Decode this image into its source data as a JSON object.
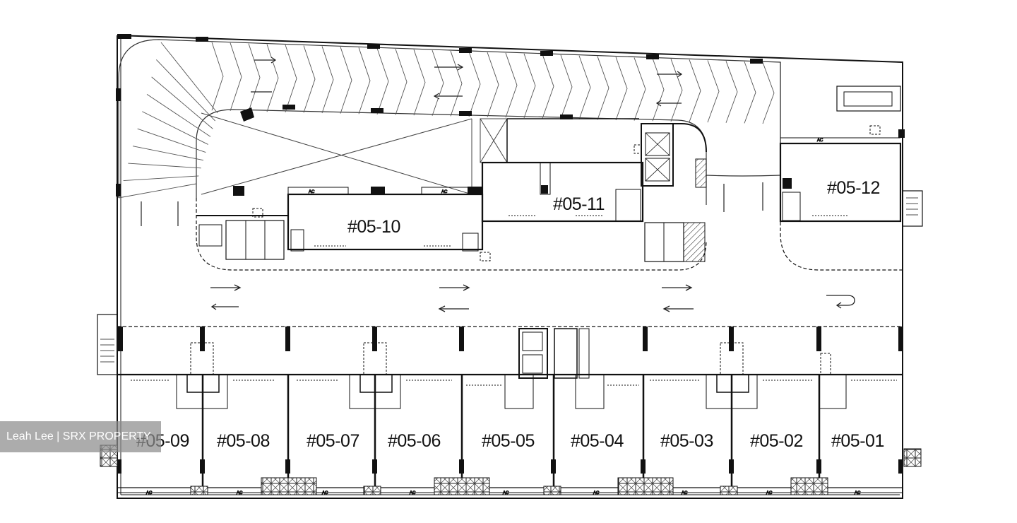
{
  "units": {
    "u1": "#05-01",
    "u2": "#05-02",
    "u3": "#05-03",
    "u4": "#05-04",
    "u5": "#05-05",
    "u6": "#05-06",
    "u7": "#05-07",
    "u8": "#05-08",
    "u9": "#05-09",
    "u10": "#05-10",
    "u11": "#05-11",
    "u12": "#05-12"
  },
  "ac_label": "AC",
  "watermark": "Leah Lee | SRX PROPERTY",
  "colors": {
    "line": "#111111",
    "background": "#ffffff",
    "watermark_bg": "#8c8c8c"
  }
}
